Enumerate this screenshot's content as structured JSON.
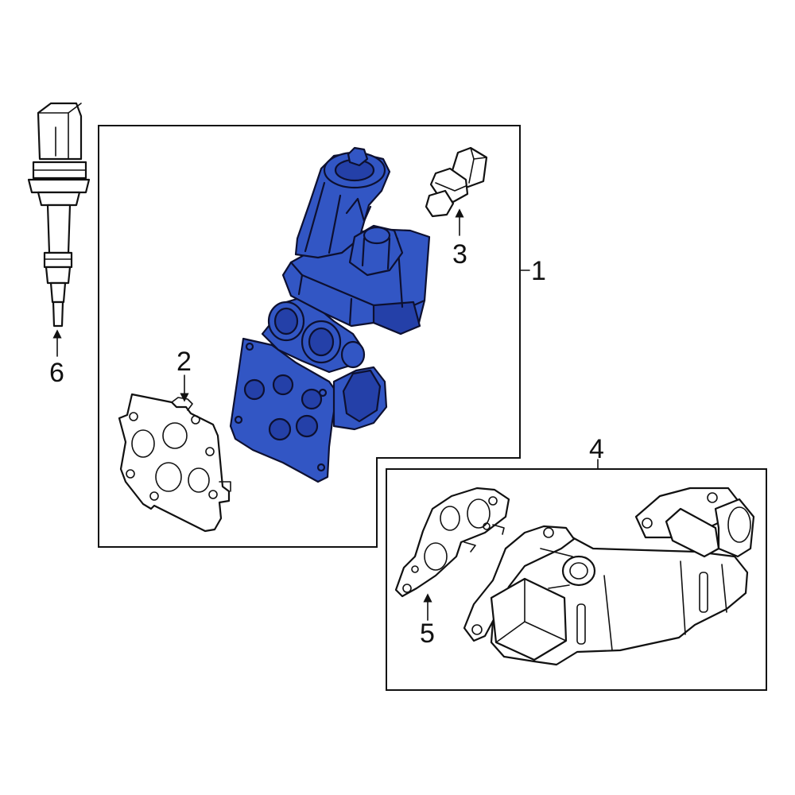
{
  "colors": {
    "highlight": "#3256c4",
    "highlight_dark": "#2440a8",
    "line": "#111111",
    "background": "#ffffff"
  },
  "callouts": {
    "c1": "1",
    "c2": "2",
    "c3": "3",
    "c4": "4",
    "c5": "5",
    "c6": "6"
  }
}
